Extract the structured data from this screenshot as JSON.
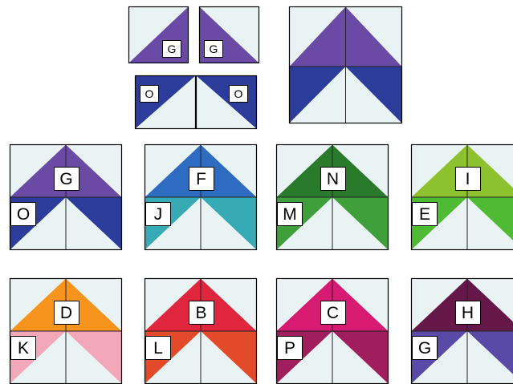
{
  "colors": {
    "light": "#e9f3f3",
    "outline": "#000000",
    "seam": "#222222",
    "purple": "#6a4aa4",
    "navy": "#2c3c9a",
    "blue": "#2e6cc2",
    "turquoise": "#36aab5",
    "darkgreen": "#2a7a2c",
    "green": "#3f9f3a",
    "lime": "#8ec12e",
    "brightgreen": "#4fba33",
    "orange": "#f7941d",
    "pink": "#f2a8b8",
    "red": "#e0263c",
    "redorange": "#e24a2a",
    "magenta": "#d81b72",
    "plum": "#a11e5e",
    "wine": "#65174a",
    "violet": "#5a4aa8"
  },
  "units": {
    "top_left_g": "G",
    "top_right_g": "G",
    "bottom_left_o": "O",
    "bottom_right_o": "O"
  },
  "blocks": [
    {
      "top_letter": "G",
      "side_letter": "O",
      "top_color": "purple",
      "side_color": "navy"
    },
    {
      "top_letter": "F",
      "side_letter": "J",
      "top_color": "blue",
      "side_color": "turquoise"
    },
    {
      "top_letter": "N",
      "side_letter": "M",
      "top_color": "darkgreen",
      "side_color": "green"
    },
    {
      "top_letter": "I",
      "side_letter": "E",
      "top_color": "lime",
      "side_color": "brightgreen"
    },
    {
      "top_letter": "D",
      "side_letter": "K",
      "top_color": "orange",
      "side_color": "pink"
    },
    {
      "top_letter": "B",
      "side_letter": "L",
      "top_color": "red",
      "side_color": "redorange"
    },
    {
      "top_letter": "C",
      "side_letter": "P",
      "top_color": "magenta",
      "side_color": "plum"
    },
    {
      "top_letter": "H",
      "side_letter": "G",
      "top_color": "wine",
      "side_color": "violet"
    }
  ],
  "assembled_block": {
    "top_color": "purple",
    "side_color": "navy"
  }
}
